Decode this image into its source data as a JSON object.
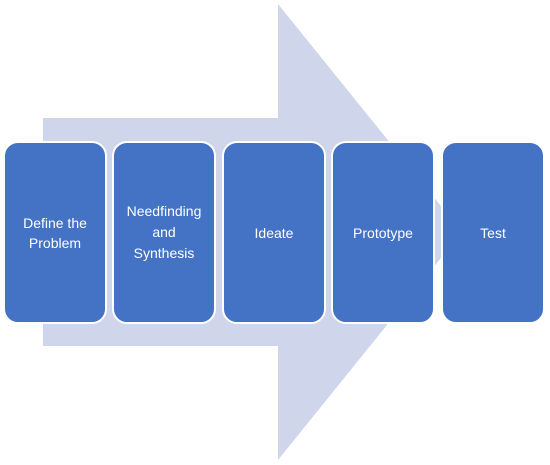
{
  "diagram": {
    "colors": {
      "arrow": "#cfd5ea",
      "box": "#4472c4",
      "box_border": "#ffffff",
      "text": "#ffffff"
    },
    "steps": [
      {
        "label": "Define the\nProblem"
      },
      {
        "label": "Needfinding\nand\nSynthesis"
      },
      {
        "label": "Ideate"
      },
      {
        "label": "Prototype"
      },
      {
        "label": "Test"
      }
    ]
  }
}
